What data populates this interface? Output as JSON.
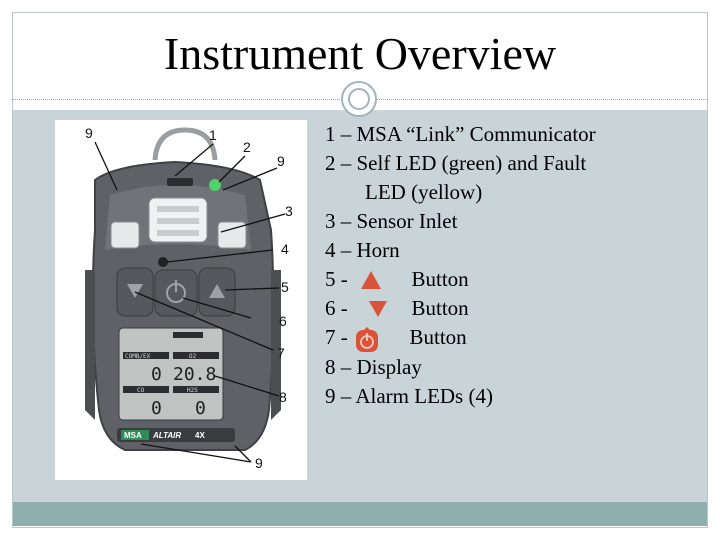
{
  "slide": {
    "title": "Instrument Overview"
  },
  "figure": {
    "callouts": [
      "9",
      "1",
      "2",
      "9",
      "3",
      "4",
      "5",
      "6",
      "7",
      "8",
      "9"
    ],
    "lcd": {
      "label_comb": "COMB/EX",
      "label_o2": "O2",
      "label_co": "CO",
      "label_h2s": "H2S",
      "val_comb": "0",
      "val_o2": "20.8",
      "val_co": "0",
      "val_h2s": "0"
    },
    "brand": {
      "logo": "MSA",
      "model": "ALTAIR",
      "model_badge": "4X"
    }
  },
  "legend": {
    "items": [
      {
        "text": "1 – MSA “Link” Communicator"
      },
      {
        "text": "2 – Self LED (green) and Fault",
        "cont": "LED (yellow)"
      },
      {
        "text": "3 – Sensor Inlet"
      },
      {
        "text": "4 – Horn"
      },
      {
        "prefix": "5 -",
        "icon": "up-triangle-icon",
        "suffix": "Button"
      },
      {
        "prefix": "6 -",
        "icon": "down-triangle-icon",
        "suffix": "Button"
      },
      {
        "prefix": "7 -",
        "icon": "power-icon",
        "suffix": "Button"
      },
      {
        "text": "8 – Display"
      },
      {
        "text": "9 – Alarm LEDs (4)"
      }
    ]
  },
  "colors": {
    "content_band": "#c8d4d8",
    "footer_band": "#8fb0ae",
    "button_icon": "#d9533a"
  }
}
